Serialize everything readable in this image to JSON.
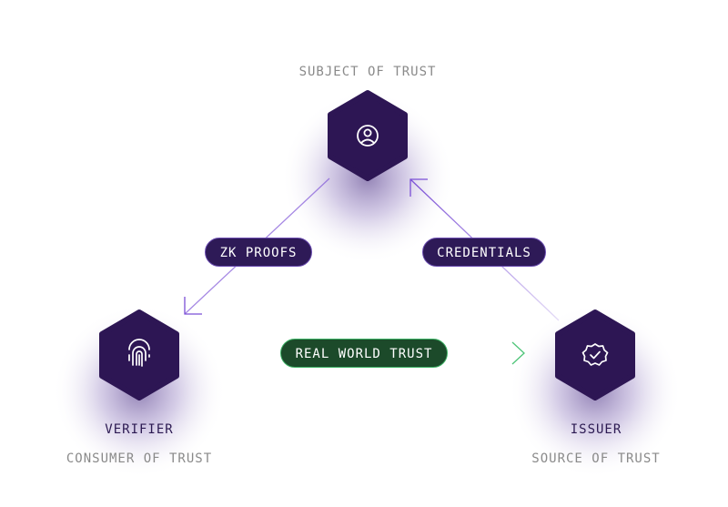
{
  "nodes": {
    "subject": {
      "title": "SUBJECT OF TRUST",
      "icon": "user-circle-icon"
    },
    "verifier": {
      "title": "VERIFIER",
      "subtitle": "CONSUMER OF TRUST",
      "icon": "fingerprint-icon"
    },
    "issuer": {
      "title": "ISSUER",
      "subtitle": "SOURCE OF TRUST",
      "icon": "verified-badge-icon"
    }
  },
  "edges": {
    "zk_proofs": "ZK PROOFS",
    "credentials": "CREDENTIALS",
    "real_world_trust": "REAL WORLD TRUST"
  },
  "colors": {
    "hexagon": "#2d1654",
    "purple_line": "#7b4fd6",
    "green_line": "#4cc477",
    "grey_text": "#8a8a8a",
    "purple_text": "#2c1a52"
  }
}
